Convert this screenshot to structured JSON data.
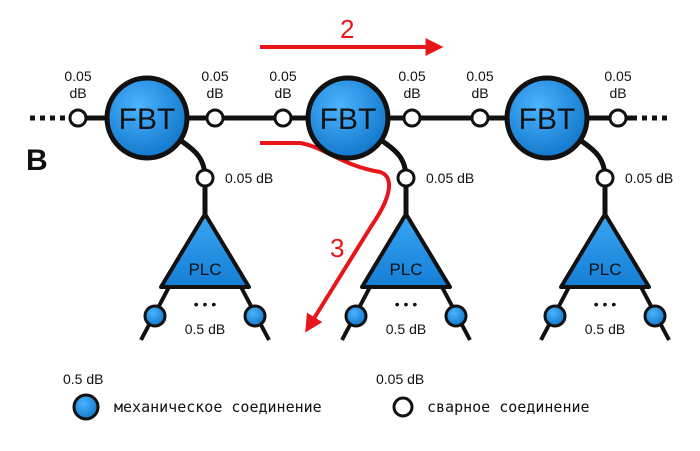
{
  "diagram": {
    "section_letter": "В",
    "fbt_label": "FBT",
    "plc_label": "PLC",
    "trunk_loss_labels": [
      "0.05\ndB",
      "0.05\ndB",
      "0.05\ndB",
      "0.05\ndB",
      "0.05\ndB",
      "0.05\ndB"
    ],
    "branch_loss_label": "0.05 dB",
    "plc_output_loss_label": "0.5 dB",
    "plc_ellipsis": "• • •",
    "arrow_2_label": "2",
    "arrow_3_label": "3",
    "arrow_color": "#e8161b",
    "node_fill_color": "#1b8fe0",
    "outline_color": "#111111"
  },
  "legend": {
    "mechanical": {
      "value": "0.5 dB",
      "label": "механическое соединение",
      "color": "#1b8fe0"
    },
    "weld": {
      "value": "0.05 dB",
      "label": "сварное соединение",
      "color": "#ffffff"
    }
  }
}
